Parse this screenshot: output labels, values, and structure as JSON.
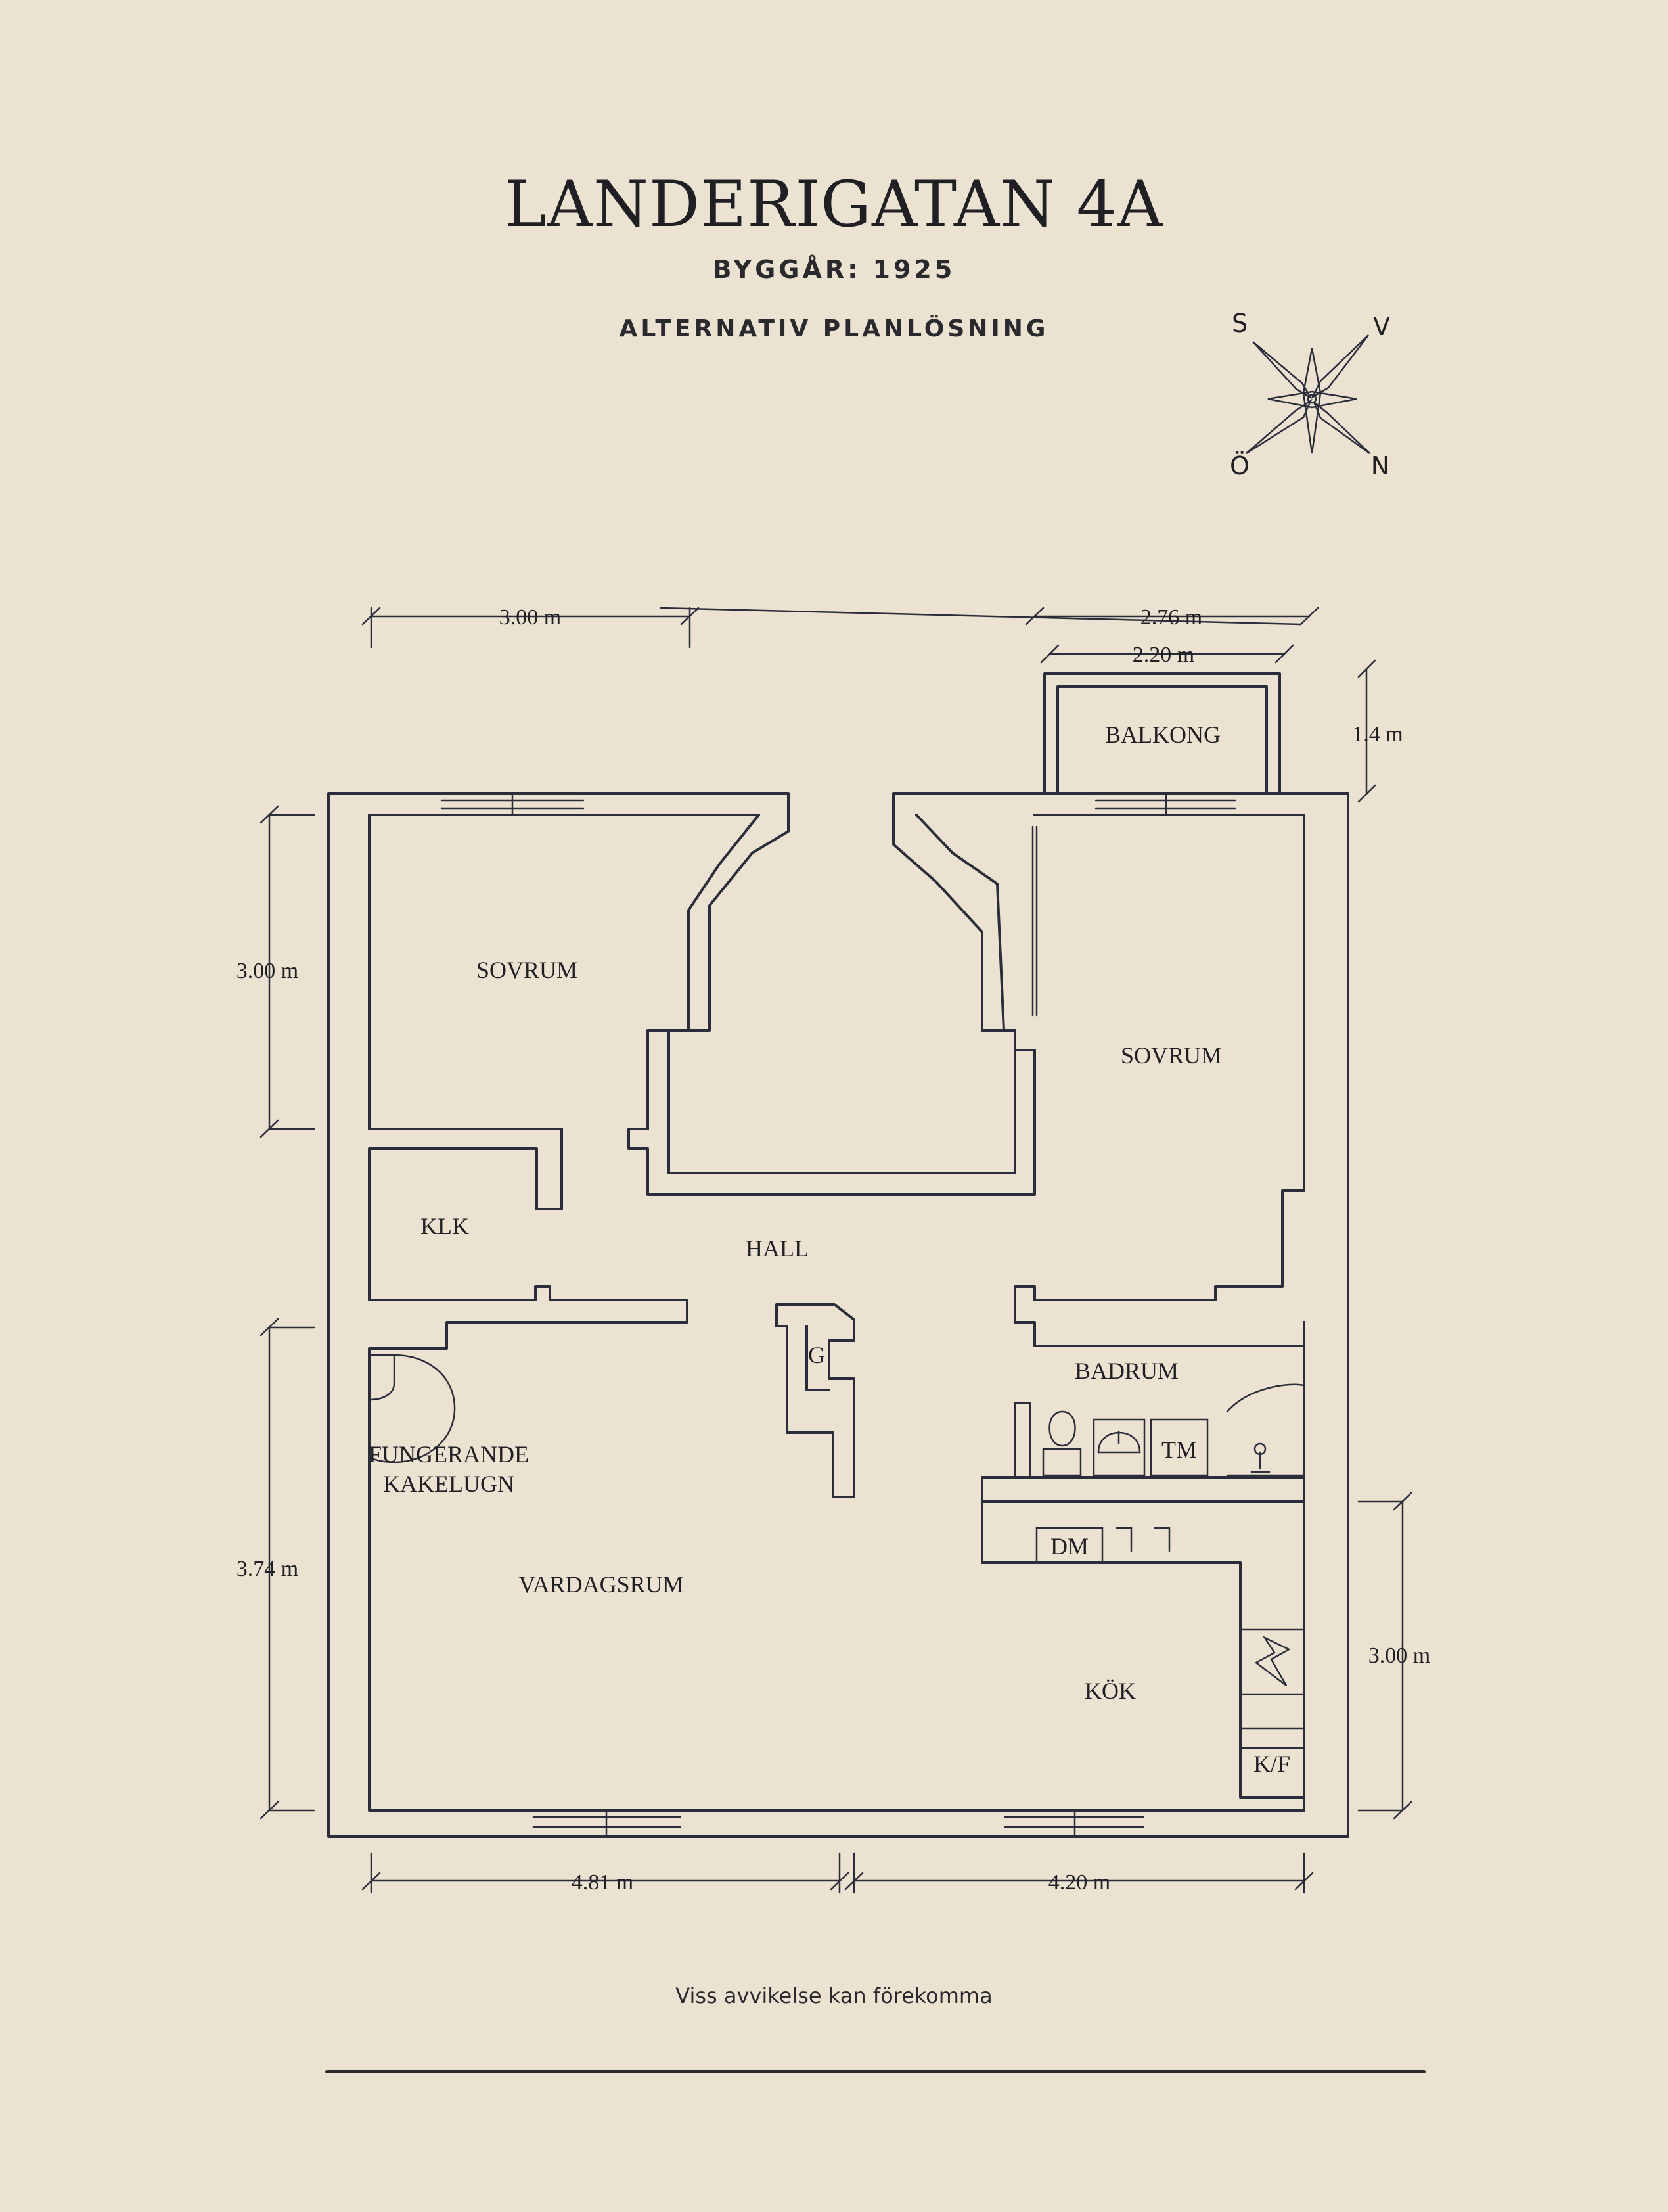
{
  "header": {
    "title": "LANDERIGATAN 4A",
    "year": "BYGGÅR: 1925",
    "subtitle": "ALTERNATIV PLANLÖSNING"
  },
  "compass": {
    "s": "S",
    "v": "V",
    "o": "Ö",
    "n": "N"
  },
  "rooms": {
    "balkong": "BALKONG",
    "sovrum_left": "SOVRUM",
    "sovrum_right": "SOVRUM",
    "klk": "KLK",
    "hall": "HALL",
    "g": "G",
    "badrum": "BADRUM",
    "tm": "TM",
    "kakelugn_1": "FUNGERANDE",
    "kakelugn_2": "KAKELUGN",
    "dm": "DM",
    "vardagsrum": "VARDAGSRUM",
    "kok": "KÖK",
    "kf": "K/F"
  },
  "dimensions": {
    "top_left": "3.00 m",
    "top_right_outer": "2.76 m",
    "top_right_inner": "2.20 m",
    "balcony_depth": "1.4 m",
    "left_upper": "3.00 m",
    "left_lower": "3.74 m",
    "right_lower": "3.00 m",
    "bottom_left": "4.81 m",
    "bottom_right": "4.20 m"
  },
  "footer": {
    "disclaimer": "Viss avvikelse kan förekomma"
  }
}
